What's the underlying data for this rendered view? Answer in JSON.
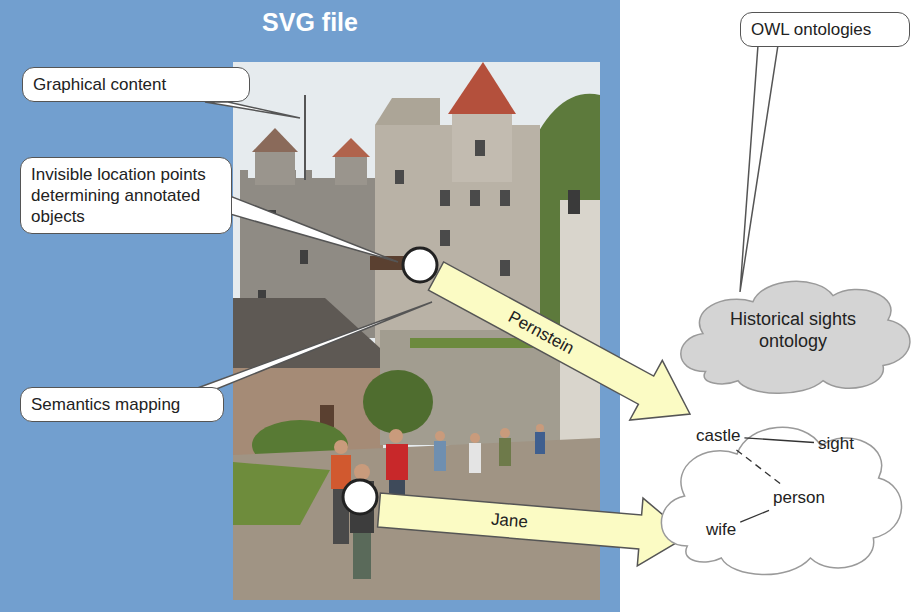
{
  "diagram": {
    "nodes": [
      {
        "text": [
          "SVG file"
        ]
      },
      {
        "text": [
          "Graphical content"
        ],
        "in": 0
      },
      {
        "text": [
          "Invisible location points determining annotated objects"
        ],
        "in": 0
      },
      {
        "text": [
          "Semantics mapping"
        ],
        "in": 0
      },
      {
        "text": [
          "OWL ontologies"
        ]
      },
      {
        "text": [
          "Historical sights ontology"
        ]
      },
      {
        "text": [
          "castle",
          "sight",
          "person",
          "wife"
        ]
      }
    ],
    "edges": [
      {
        "from": 4,
        "to": 5,
        "arrow": "none"
      }
    ],
    "labels": [
      "Pernstein",
      "Jane"
    ]
  }
}
